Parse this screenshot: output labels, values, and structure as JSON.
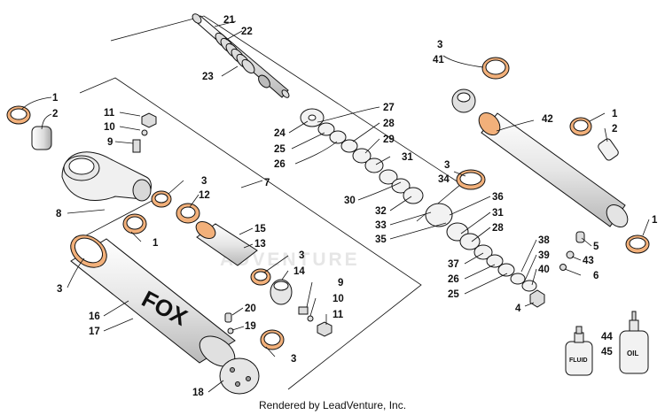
{
  "footer": "Rendered by LeadVenture, Inc.",
  "watermark": "ADVENTURE",
  "brand_logo": "FOX",
  "fluid_label": "FLUID",
  "oil_label": "OIL",
  "callouts": [
    "1",
    "2",
    "3",
    "4",
    "5",
    "6",
    "7",
    "8",
    "9",
    "10",
    "11",
    "12",
    "13",
    "14",
    "15",
    "16",
    "17",
    "18",
    "19",
    "20",
    "21",
    "22",
    "23",
    "24",
    "25",
    "26",
    "27",
    "28",
    "29",
    "30",
    "31",
    "32",
    "33",
    "34",
    "35",
    "36",
    "37",
    "38",
    "39",
    "40",
    "41",
    "42",
    "43",
    "44",
    "45"
  ],
  "colors": {
    "ink": "#111111",
    "part_fill": "#f2f2f2",
    "shade": "#c8c8c8",
    "orange_accent": "#f2b07a",
    "watermark": "#e6e6e6"
  }
}
